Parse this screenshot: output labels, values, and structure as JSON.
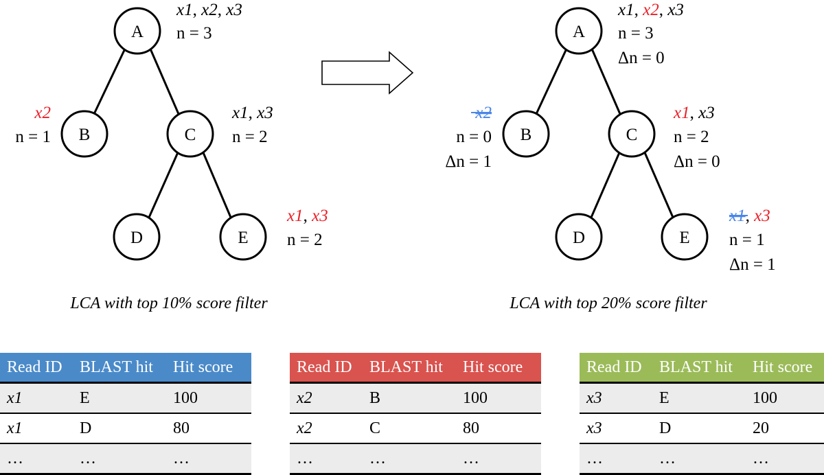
{
  "left_tree": {
    "caption": "LCA with top 10% score filter",
    "nodes": {
      "A": "A",
      "B": "B",
      "C": "C",
      "D": "D",
      "E": "E"
    },
    "A": {
      "reads": [
        "x1",
        "x2",
        "x3"
      ],
      "n": "n = 3"
    },
    "B": {
      "reads": [
        "x2"
      ],
      "n": "n = 1"
    },
    "C": {
      "reads": [
        "x1",
        "x3"
      ],
      "n": "n = 2"
    },
    "E": {
      "reads": [
        "x1",
        "x3"
      ],
      "n": "n = 2"
    }
  },
  "arrow": {
    "icon": "right-arrow-icon"
  },
  "right_tree": {
    "caption": "LCA with top 20% score filter",
    "nodes": {
      "A": "A",
      "B": "B",
      "C": "C",
      "D": "D",
      "E": "E"
    },
    "A": {
      "reads": [
        "x1",
        "x2",
        "x3"
      ],
      "n": "n = 3",
      "dn": "Δn = 0"
    },
    "B": {
      "reads": [
        "x2"
      ],
      "n": "n = 0",
      "dn": "Δn = 1"
    },
    "C": {
      "reads": [
        "x1",
        "x3"
      ],
      "n": "n = 2",
      "dn": "Δn = 0"
    },
    "E": {
      "reads": [
        "x1",
        "x3"
      ],
      "n": "n = 1",
      "dn": "Δn = 1"
    }
  },
  "colors": {
    "highlight": "#e8212a",
    "removed": "#4a86e8",
    "table_x1": "#4a8ac9",
    "table_x2": "#d9534f",
    "table_x3": "#9bbb59"
  },
  "tables": [
    {
      "headers": [
        "Read ID",
        "BLAST hit",
        "Hit score"
      ],
      "rows": [
        [
          "x1",
          "E",
          "100"
        ],
        [
          "x1",
          "D",
          "80"
        ],
        [
          "…",
          "…",
          "…"
        ]
      ]
    },
    {
      "headers": [
        "Read ID",
        "BLAST hit",
        "Hit score"
      ],
      "rows": [
        [
          "x2",
          "B",
          "100"
        ],
        [
          "x2",
          "C",
          "80"
        ],
        [
          "…",
          "…",
          "…"
        ]
      ]
    },
    {
      "headers": [
        "Read ID",
        "BLAST hit",
        "Hit score"
      ],
      "rows": [
        [
          "x3",
          "E",
          "100"
        ],
        [
          "x3",
          "D",
          "20"
        ],
        [
          "…",
          "…",
          "…"
        ]
      ]
    }
  ]
}
